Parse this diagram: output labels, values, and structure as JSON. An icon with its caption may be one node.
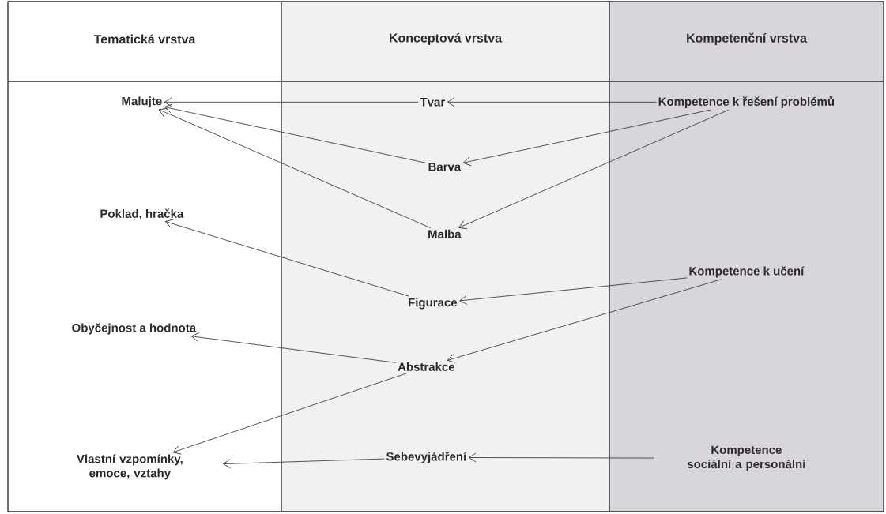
{
  "diagram": {
    "nodes": [
      {
        "text": [
          "Tematická vrstva"
        ]
      },
      {
        "text": [
          "Malujte"
        ],
        "in": 0
      },
      {
        "text": [
          "Poklad, hračka"
        ],
        "in": 0
      },
      {
        "text": [
          "Obyčejnost a hodnota"
        ],
        "in": 0
      },
      {
        "text": [
          "Vlastní vzpomínky, emoce, vztahy"
        ],
        "in": 0
      },
      {
        "text": [
          "Konceptová vrstva"
        ]
      },
      {
        "text": [
          "Tvar"
        ],
        "in": 5
      },
      {
        "text": [
          "Barva"
        ],
        "in": 5
      },
      {
        "text": [
          "Malba"
        ],
        "in": 5
      },
      {
        "text": [
          "Figurace"
        ],
        "in": 5
      },
      {
        "text": [
          "Abstrakce"
        ],
        "in": 5
      },
      {
        "text": [
          "Sebevyjádření"
        ],
        "in": 5
      },
      {
        "text": [
          "Kompetenční vrstva"
        ]
      },
      {
        "text": [
          "Kompetence k řešení problémů"
        ],
        "in": 12
      },
      {
        "text": [
          "Kompetence k učení"
        ],
        "in": 12
      },
      {
        "text": [
          "Kompetence sociální a personální"
        ],
        "in": 12
      }
    ],
    "edges": [
      {
        "from": 6,
        "to": 1,
        "arrow": "to"
      },
      {
        "from": 7,
        "to": 1,
        "arrow": "to"
      },
      {
        "from": 8,
        "to": 1,
        "arrow": "to"
      },
      {
        "from": 13,
        "to": 6,
        "arrow": "to"
      },
      {
        "from": 13,
        "to": 7,
        "arrow": "to"
      },
      {
        "from": 13,
        "to": 8,
        "arrow": "to"
      },
      {
        "from": 9,
        "to": 2,
        "arrow": "to"
      },
      {
        "from": 14,
        "to": 9,
        "arrow": "to"
      },
      {
        "from": 14,
        "to": 10,
        "arrow": "to"
      },
      {
        "from": 10,
        "to": 3,
        "arrow": "to"
      },
      {
        "from": 10,
        "to": 4,
        "arrow": "to"
      },
      {
        "from": 11,
        "to": 4,
        "arrow": "to"
      },
      {
        "from": 15,
        "to": 11,
        "arrow": "to"
      }
    ]
  }
}
